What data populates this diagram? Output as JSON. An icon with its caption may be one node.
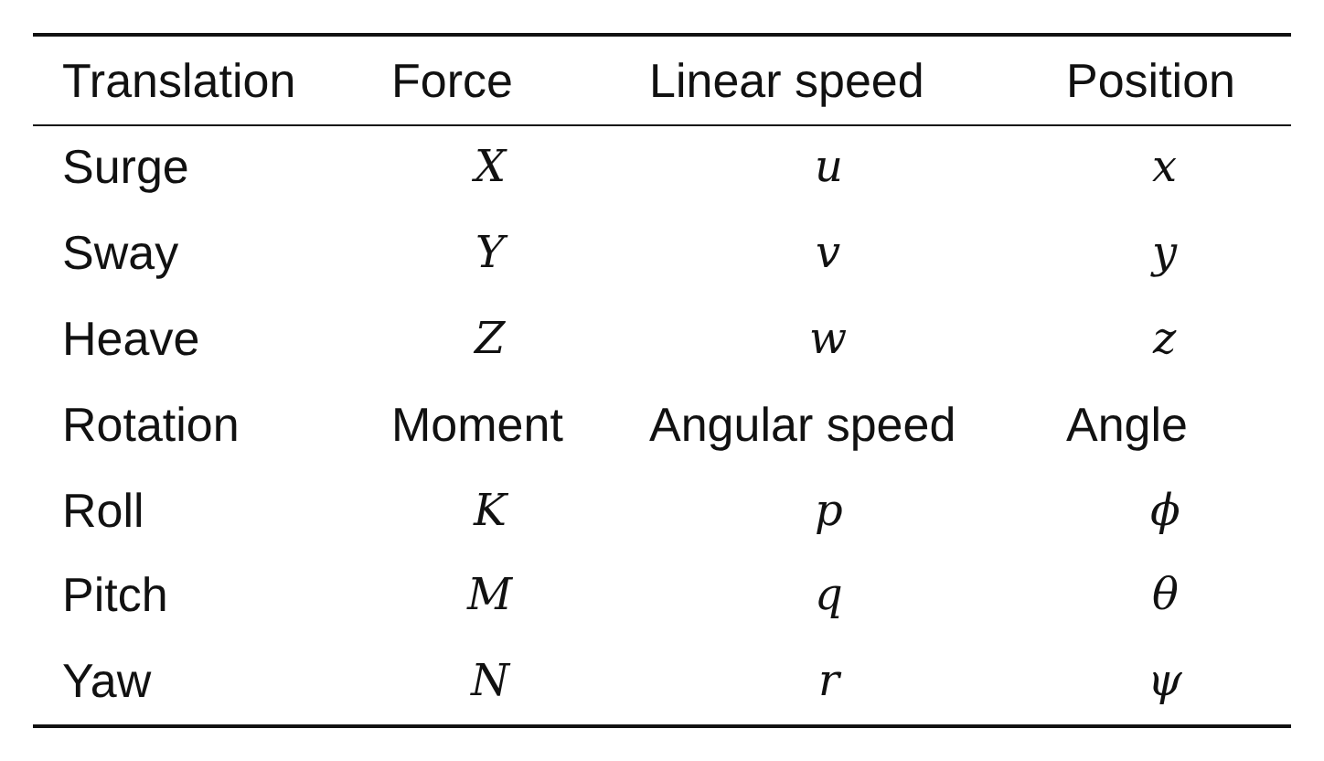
{
  "diagram": {
    "labels": [
      "Translation",
      "Force",
      "Linear speed",
      "Position",
      "Surge",
      "X",
      "u",
      "x",
      "Sway",
      "Y",
      "v",
      "y",
      "Heave",
      "Z",
      "w",
      "z",
      "Rotation",
      "Moment",
      "Angular speed",
      "Angle",
      "Roll",
      "K",
      "p",
      "ϕ",
      "Pitch",
      "M",
      "q",
      "θ",
      "Yaw",
      "N",
      "r",
      "ψ"
    ]
  }
}
